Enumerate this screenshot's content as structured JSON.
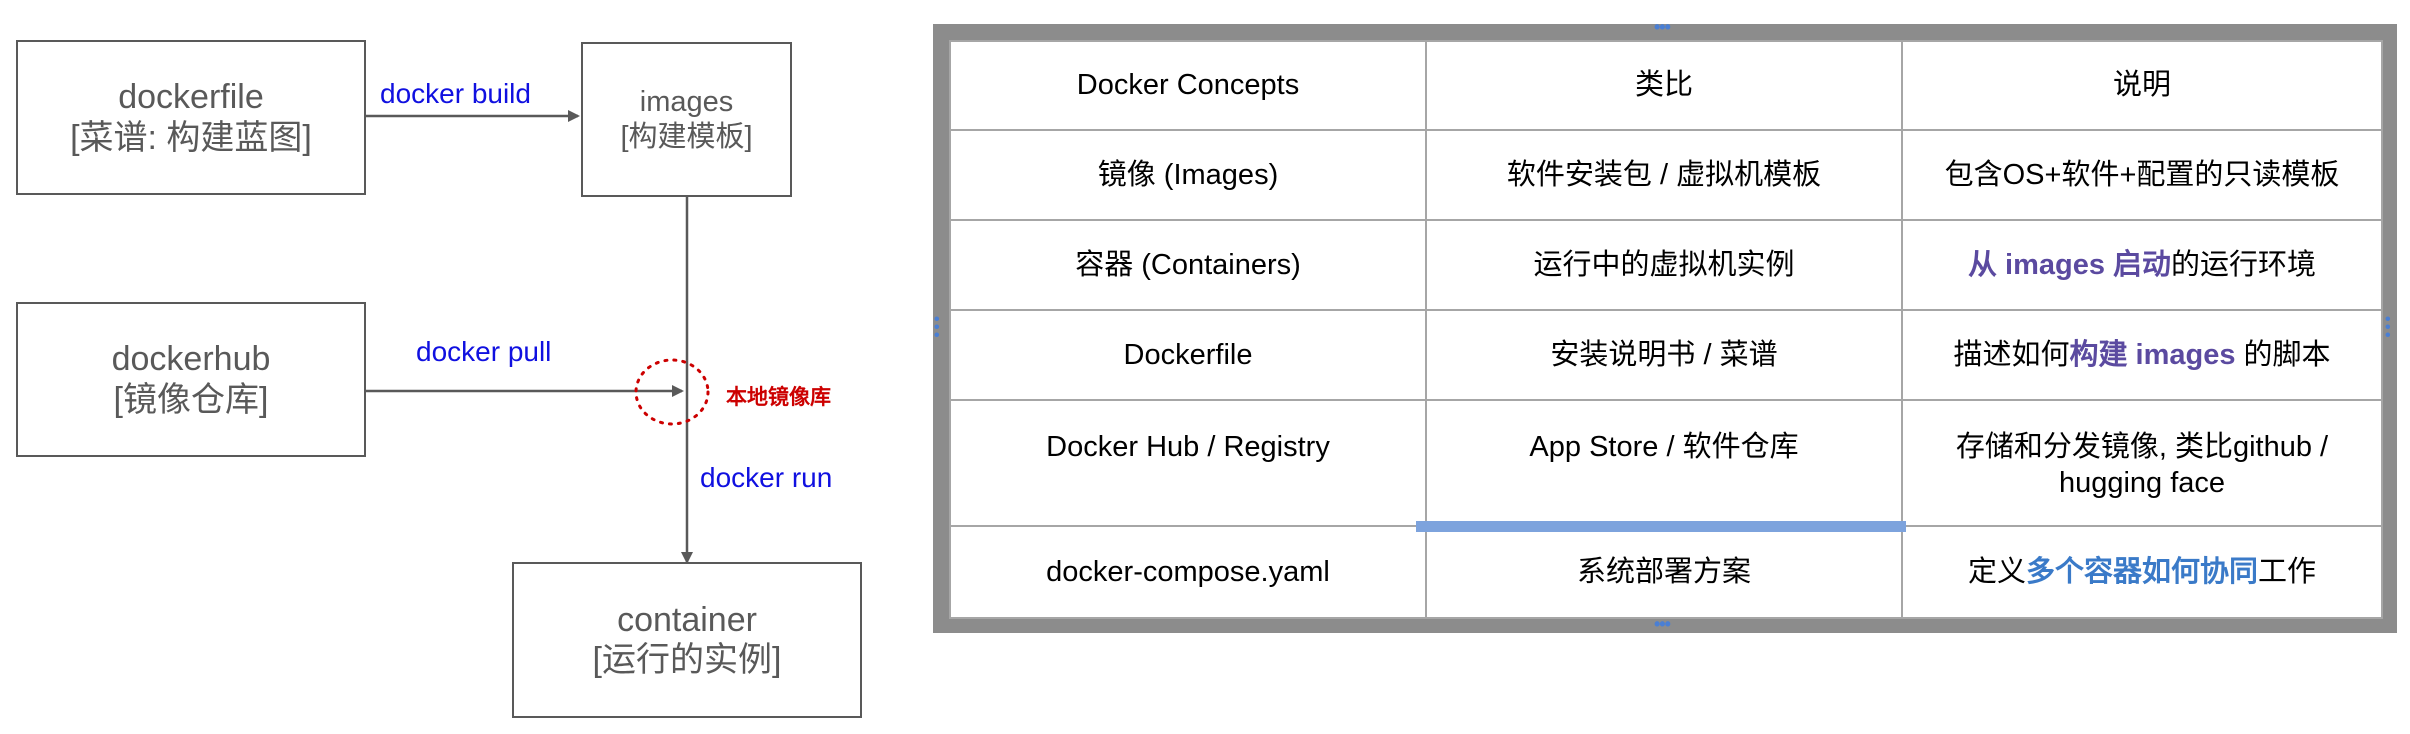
{
  "diagram": {
    "nodes": {
      "dockerfile": {
        "title": "dockerfile",
        "subtitle": "[菜谱: 构建蓝图]"
      },
      "images": {
        "title": "images",
        "subtitle": "[构建模板]"
      },
      "dockerhub": {
        "title": "dockerhub",
        "subtitle": "[镜像仓库]"
      },
      "container": {
        "title": "container",
        "subtitle": "[运行的实例]"
      }
    },
    "edges": {
      "build": "docker build",
      "pull": "docker pull",
      "run": "docker run"
    },
    "local_cache_label": "本地镜像库",
    "colors": {
      "box_border": "#595959",
      "edge_label": "#1010e0",
      "cache": "#cc0000"
    }
  },
  "table": {
    "header": [
      "Docker Concepts",
      "类比",
      "说明"
    ],
    "rows": [
      {
        "concept": "镜像 (Images)",
        "analogy": "软件安装包 / 虚拟机模板",
        "desc_pre": "包含OS+软件+配置的只读模板",
        "desc_hl": "",
        "desc_post": ""
      },
      {
        "concept": "容器 (Containers)",
        "analogy": "运行中的虚拟机实例",
        "desc_pre": "",
        "desc_hl": "从 images 启动",
        "desc_post": "的运行环境"
      },
      {
        "concept": "Dockerfile",
        "analogy": "安装说明书 / 菜谱",
        "desc_pre": "描述如何",
        "desc_hl": "构建 images",
        "desc_post": " 的脚本"
      },
      {
        "concept": "Docker Hub / Registry",
        "analogy": "App Store / 软件仓库",
        "desc_pre": "存储和分发镜像, 类比github / hugging face",
        "desc_hl": "",
        "desc_post": ""
      },
      {
        "concept": "docker-compose.yaml",
        "analogy": "系统部署方案",
        "desc_pre": "定义",
        "desc_hl": "多个容器如何协同",
        "desc_post": "工作"
      }
    ],
    "colors": {
      "frame": "#8c8c8c",
      "purple_highlight": "#5b4aa0",
      "blue_highlight": "#3a7ac8",
      "handles": "#4a7fd4"
    }
  }
}
